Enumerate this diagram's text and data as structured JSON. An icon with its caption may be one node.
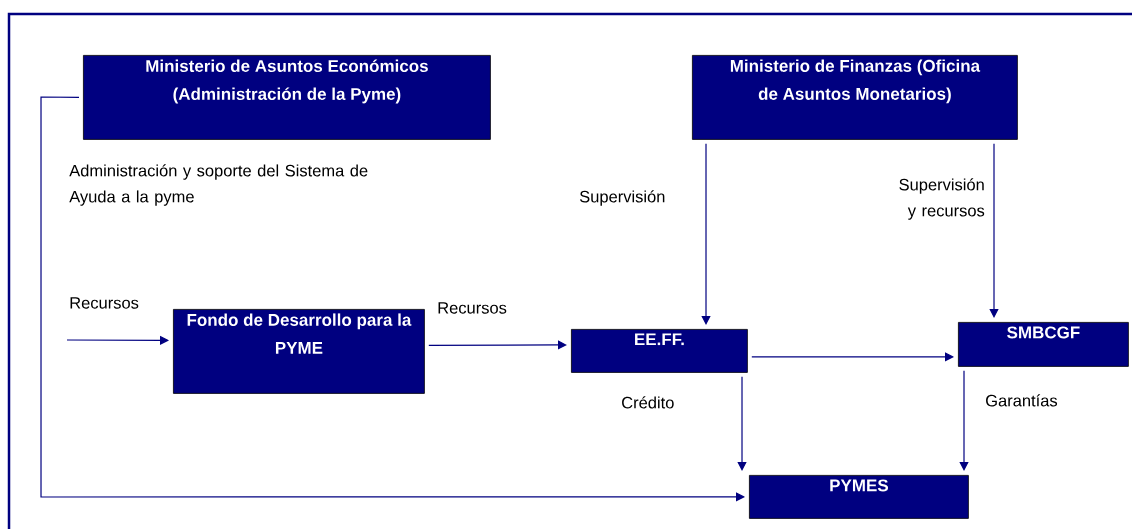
{
  "diagram": {
    "nodes": [
      {
        "text": [
          "Ministerio de Asuntos Económicos (Administración de la Pyme)"
        ]
      },
      {
        "text": [
          "Ministerio de Finanzas (Oficina de Asuntos Monetarios)"
        ]
      },
      {
        "text": [
          "Fondo de Desarrollo para la PYME"
        ]
      },
      {
        "text": [
          "EE.FF."
        ]
      },
      {
        "text": [
          "SMBCGF"
        ]
      },
      {
        "text": [
          "PYMES"
        ]
      }
    ],
    "edges": [
      {
        "from": 0,
        "to": 5,
        "arrow": "to",
        "label": "Administración y soporte del Sistema de Ayuda a la pyme"
      },
      {
        "from": null,
        "to": 2,
        "arrow": "to",
        "label": "Recursos"
      },
      {
        "from": 2,
        "to": 3,
        "arrow": "to",
        "label": "Recursos"
      },
      {
        "from": 1,
        "to": 3,
        "arrow": "to",
        "label": "Supervisión"
      },
      {
        "from": 1,
        "to": 4,
        "arrow": "to",
        "label": "Supervisión y recursos"
      },
      {
        "from": 3,
        "to": 4,
        "arrow": "to"
      },
      {
        "from": 3,
        "to": 5,
        "arrow": "to",
        "label": "Crédito"
      },
      {
        "from": 4,
        "to": 5,
        "arrow": "to",
        "label": "Garantías"
      }
    ]
  }
}
